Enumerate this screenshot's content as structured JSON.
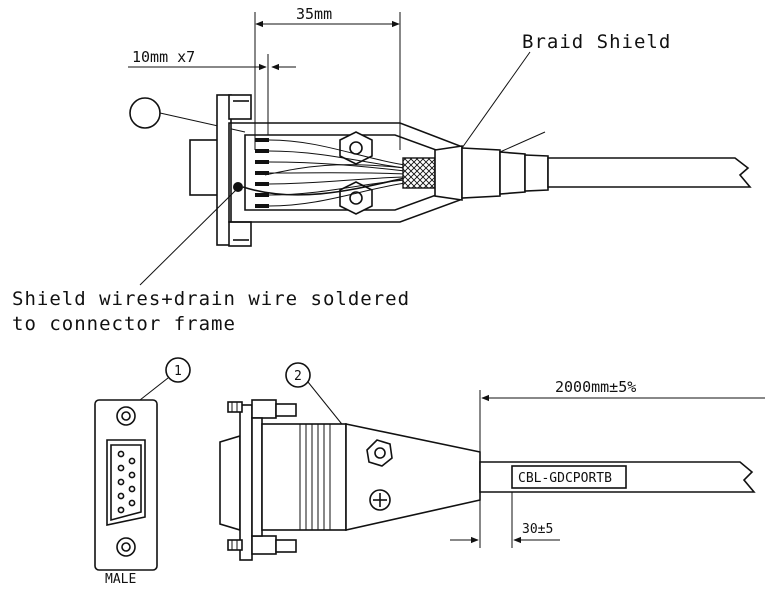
{
  "dimensions": {
    "top_length": "35mm",
    "strip_length": "10mm x7",
    "cable_length": "2000mm±5%",
    "label_offset": "30±5"
  },
  "labels": {
    "braid_shield": "Braid Shield",
    "shield_note_line1": "Shield wires+drain wire soldered",
    "shield_note_line2": "to connector frame",
    "cable_label": "CBL-GDCPORTB",
    "connector_gender": "MALE"
  },
  "callouts": {
    "item_1": "1",
    "item_2": "2"
  }
}
